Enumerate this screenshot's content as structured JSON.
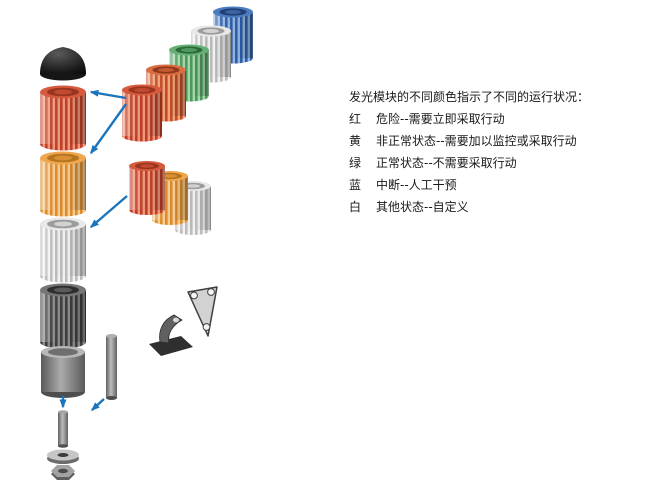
{
  "legend": {
    "intro": "发光模块的不同颜色指示了不同的运行状况：",
    "items": [
      {
        "color": "红",
        "hex": "#bf4027",
        "description": "危险--需要立即采取行动"
      },
      {
        "color": "黄",
        "hex": "#dd8c2c",
        "description": "非正常状态--需要加以监控或采取行动"
      },
      {
        "color": "绿",
        "hex": "#4a9a5b",
        "description": "正常状态--不需要采取行动"
      },
      {
        "color": "蓝",
        "hex": "#2e5ea6",
        "description": "中断--人工干预"
      },
      {
        "color": "白",
        "hex": "#e8e8e8",
        "description": "其他状态--自定义"
      }
    ]
  },
  "diagram": {
    "arrow_color": "#1b75bc",
    "module_colors": {
      "red": "#bf4027",
      "orange": "#dd8c2c",
      "green": "#4a9a5b",
      "blue": "#2e5ea6",
      "white": "#e8e8e8",
      "dark_gray": "#3d3d3d"
    }
  }
}
